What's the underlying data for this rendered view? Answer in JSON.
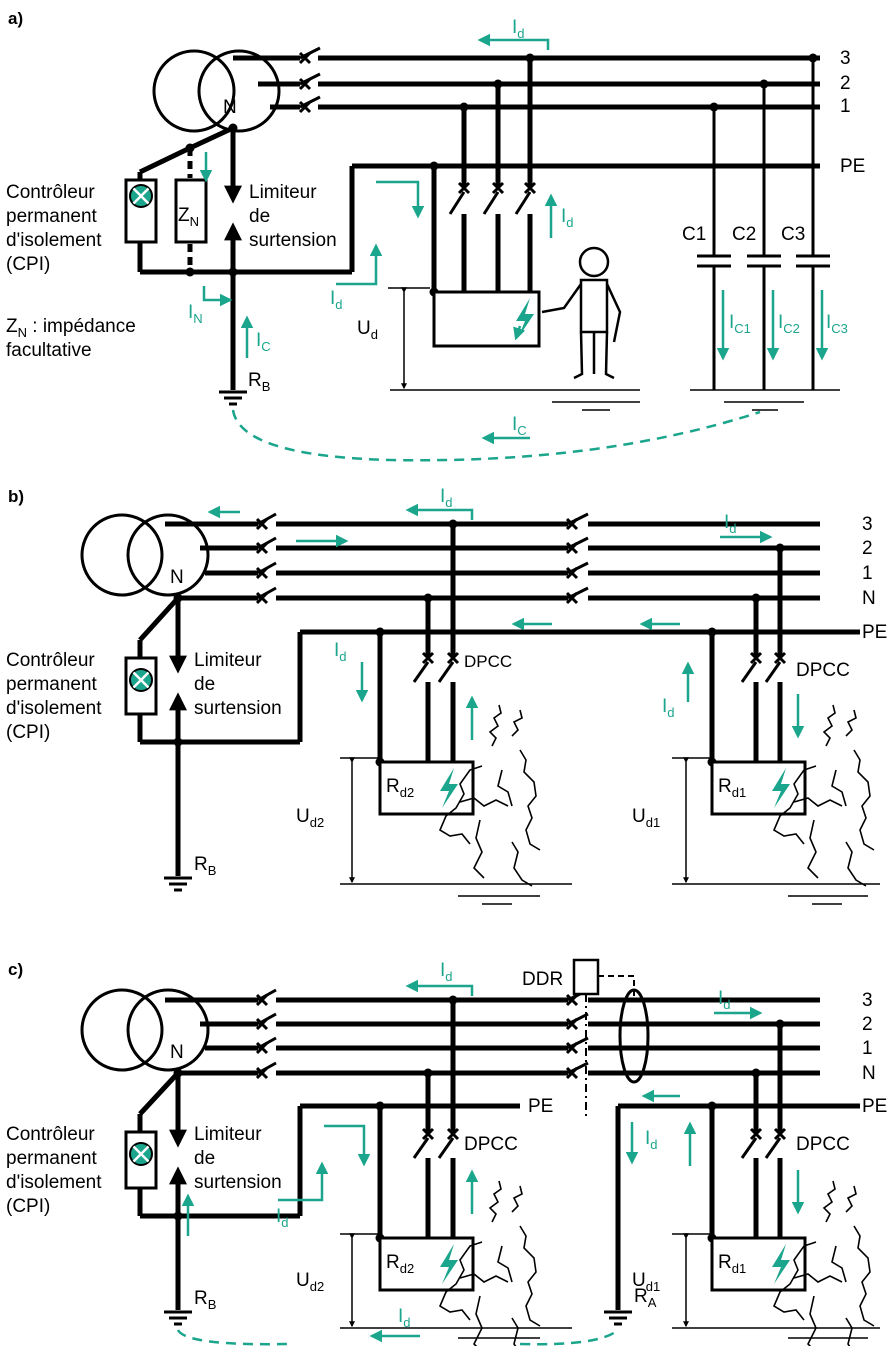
{
  "panels": [
    {
      "label": "a)"
    },
    {
      "label": "b)"
    },
    {
      "label": "c)"
    }
  ],
  "labels": {
    "cpi": [
      "Contrôleur",
      "permanent",
      "d'isolement",
      "(CPI)"
    ],
    "limiteur": [
      "Limiteur",
      "de",
      "surtension"
    ],
    "zn_note_suffix": " : impédance",
    "zn_note_line2": "facultative",
    "z": "Z",
    "n": "N",
    "i": "I",
    "u": "U",
    "r": "R",
    "sub_n": "N",
    "sub_d": "d",
    "sub_c": "C",
    "sub_b": "B",
    "sub_a": "A",
    "sub_c1": "C1",
    "sub_c2": "C2",
    "sub_c3": "C3",
    "sub_d1": "d1",
    "sub_d2": "d2",
    "phase3": "3",
    "phase2": "2",
    "phase1": "1",
    "neutral": "N",
    "pe": "PE",
    "c1": "C1",
    "c2": "C2",
    "c3": "C3",
    "dpcc": "DPCC",
    "ddr": "DDR"
  },
  "colors": {
    "line": "#000000",
    "current_arrow": "#1aa58c",
    "fault_symbol": "#1aa58c",
    "cpi_lamp": "#1aa58c"
  },
  "icons": [
    "transformer-icon",
    "cpi-lamp-icon",
    "surge-limiter-icon",
    "earth-ground-icon",
    "fault-lightning-icon",
    "breaker-icon",
    "person-icon",
    "capacitor-icon"
  ]
}
